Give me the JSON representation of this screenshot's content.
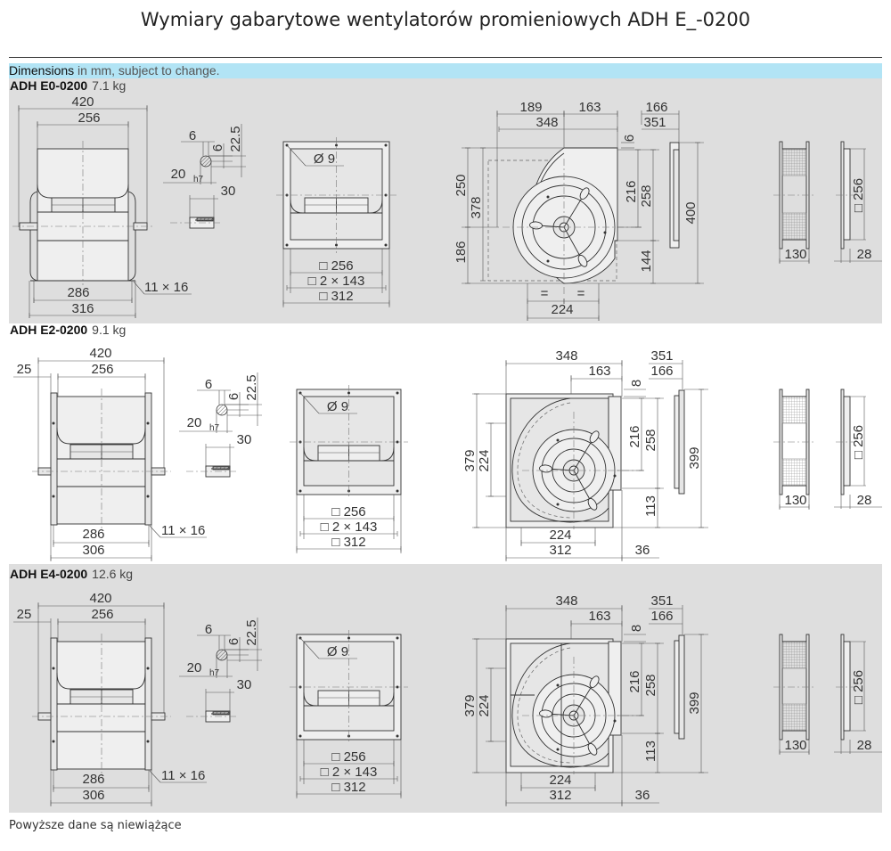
{
  "title": "Wymiary gabarytowe wentylatorów promieniowych ADH E_-0200",
  "banner": {
    "bold": "Dimensions",
    "rest": " in mm, subject to change."
  },
  "models": [
    {
      "name": "ADH E0-0200",
      "weight": "7.1 kg",
      "front": {
        "overall": "420",
        "inner": "256",
        "foot_inner": "286",
        "foot_outer": "316",
        "slot": "11 × 16"
      },
      "shaft": {
        "key_w": "6",
        "key_d": "6",
        "height": "22.5",
        "dia": "20",
        "tol": "h7",
        "length": "30"
      },
      "flange": {
        "hole": "Ø 9",
        "opening": "□ 256",
        "pitch": "□ 2 × 143",
        "outer": "□ 312"
      },
      "scroll": {
        "left": "189",
        "right": "163",
        "width": "348",
        "flange_off": "166",
        "flange_width": "351",
        "gap": "6",
        "upper": "250",
        "height": "378",
        "lower": "186",
        "r1": "216",
        "r2": "258",
        "outlet": "400",
        "below": "144",
        "base": "224",
        "eq": "="
      },
      "side": {
        "width": "130",
        "square": "□ 256",
        "depth": "28"
      }
    },
    {
      "name": "ADH E2-0200",
      "weight": "9.1 kg",
      "front": {
        "overall": "420",
        "shaft_ext": "25",
        "inner": "256",
        "foot_inner": "286",
        "foot_outer": "306",
        "slot": "11 × 16"
      },
      "shaft": {
        "key_w": "6",
        "key_d": "6",
        "height": "22.5",
        "dia": "20",
        "tol": "h7",
        "length": "30"
      },
      "flange": {
        "hole": "Ø 9",
        "opening": "□ 256",
        "pitch": "□ 2 × 143",
        "outer": "□ 312"
      },
      "scroll": {
        "width": "348",
        "right": "163",
        "flange_width": "351",
        "flange_off": "166",
        "gap": "8",
        "height": "379",
        "inner": "224",
        "r1": "216",
        "r2": "258",
        "outlet": "399",
        "below": "113",
        "base": "224",
        "base_outer": "312",
        "offset": "36"
      },
      "side": {
        "width": "130",
        "square": "□ 256",
        "depth": "28"
      }
    },
    {
      "name": "ADH E4-0200",
      "weight": "12.6 kg",
      "front": {
        "overall": "420",
        "shaft_ext": "25",
        "inner": "256",
        "foot_inner": "286",
        "foot_outer": "306",
        "slot": "11 × 16"
      },
      "shaft": {
        "key_w": "6",
        "key_d": "6",
        "height": "22.5",
        "dia": "20",
        "tol": "h7",
        "length": "30"
      },
      "flange": {
        "hole": "Ø 9",
        "opening": "□ 256",
        "pitch": "□ 2 × 143",
        "outer": "□ 312"
      },
      "scroll": {
        "width": "348",
        "right": "163",
        "flange_width": "351",
        "flange_off": "166",
        "gap": "8",
        "height": "379",
        "inner": "224",
        "r1": "216",
        "r2": "258",
        "outlet": "399",
        "below": "113",
        "base": "224",
        "base_outer": "312",
        "offset": "36"
      },
      "side": {
        "width": "130",
        "square": "□ 256",
        "depth": "28"
      }
    }
  ],
  "footer": "Powyższe dane są niewiążące"
}
